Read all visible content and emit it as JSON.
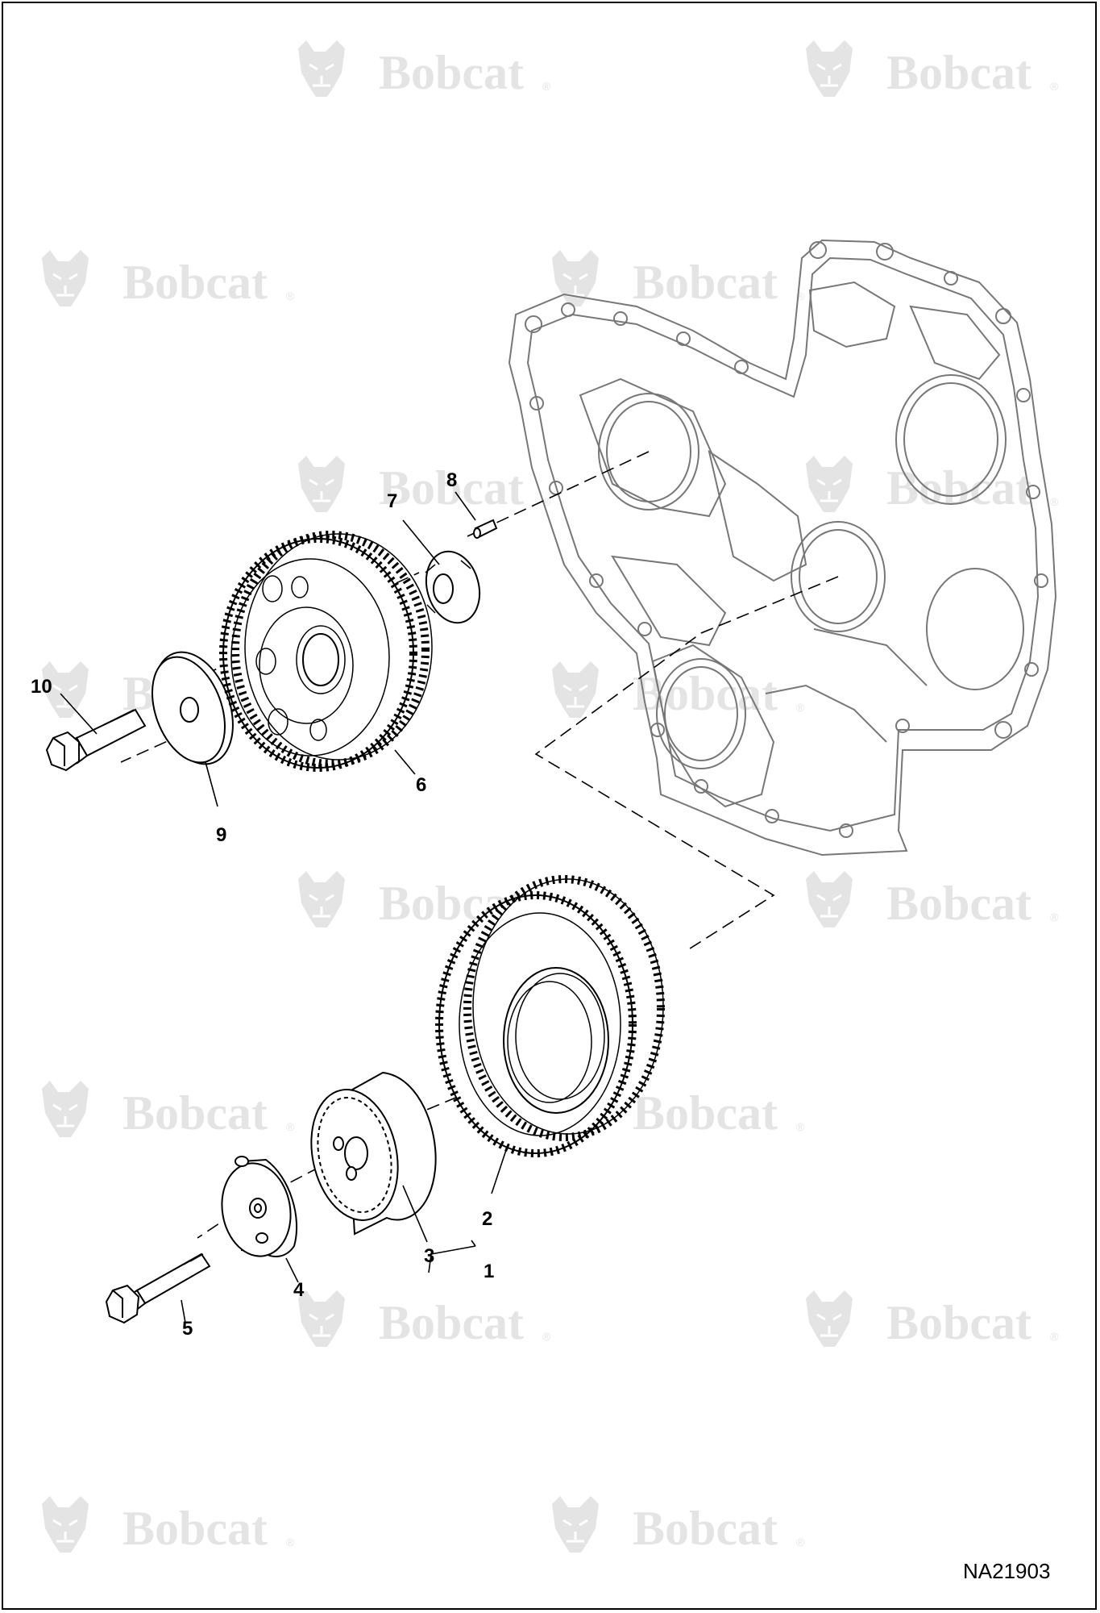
{
  "watermark": {
    "brand": "Bobcat",
    "color": "#e4e4e4"
  },
  "callouts": {
    "c1": "1",
    "c2": "2",
    "c3": "3",
    "c4": "4",
    "c5": "5",
    "c6": "6",
    "c7": "7",
    "c8": "8",
    "c9": "9",
    "c10": "10"
  },
  "drawing_number": "NA21903",
  "colors": {
    "line": "#000000",
    "housing": "#777777",
    "background": "#ffffff"
  }
}
